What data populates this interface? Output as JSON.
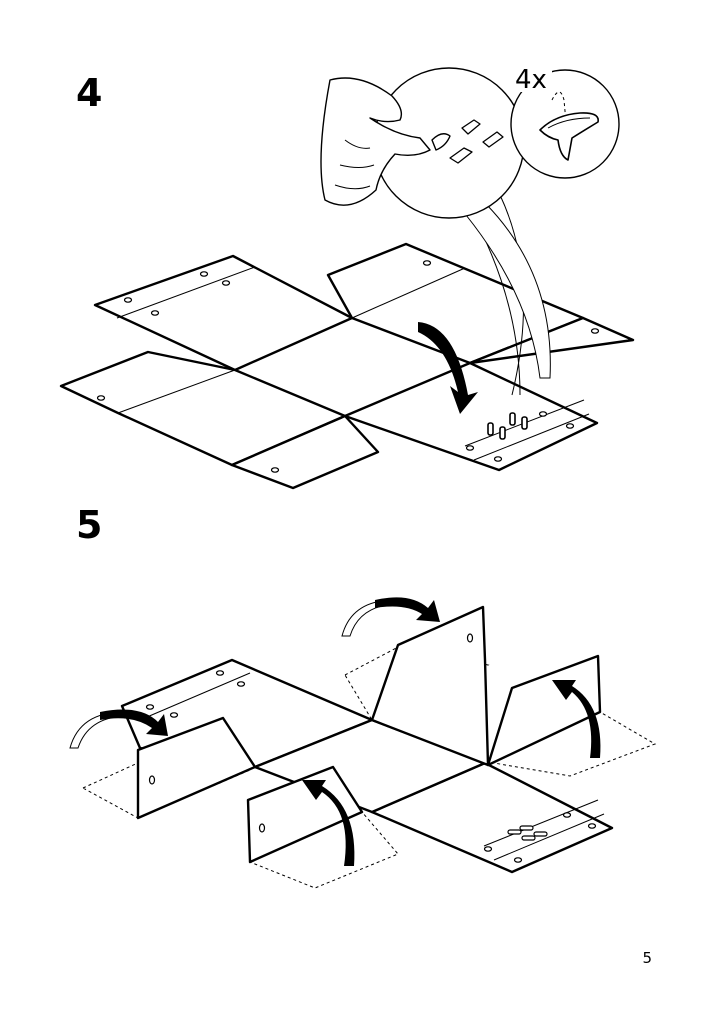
{
  "steps": [
    {
      "number": "4",
      "quantity": "4x"
    },
    {
      "number": "5"
    }
  ],
  "page": {
    "number": "5"
  }
}
